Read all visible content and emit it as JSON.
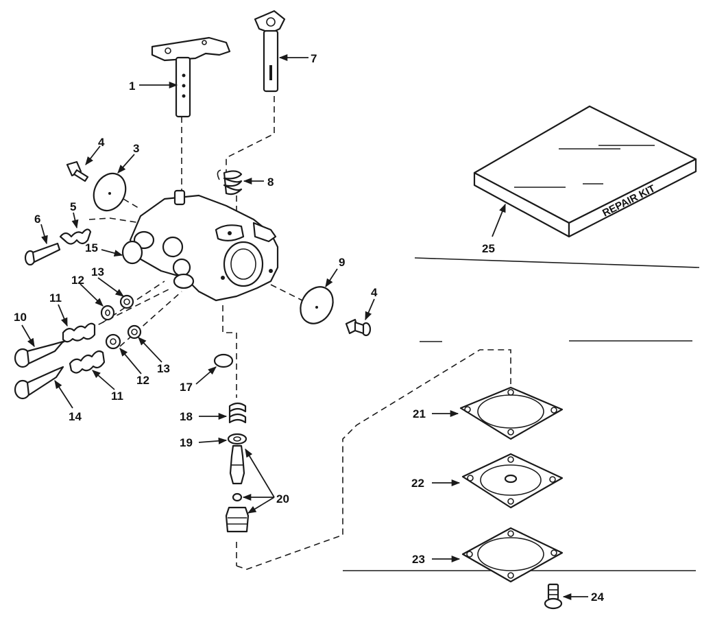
{
  "callouts": {
    "c1": "1",
    "c3": "3",
    "c4a": "4",
    "c4b": "4",
    "c5": "5",
    "c6": "6",
    "c7": "7",
    "c8": "8",
    "c9": "9",
    "c10": "10",
    "c11a": "11",
    "c11b": "11",
    "c12a": "12",
    "c12b": "12",
    "c13a": "13",
    "c13b": "13",
    "c14": "14",
    "c15": "15",
    "c17": "17",
    "c18": "18",
    "c19": "19",
    "c20": "20",
    "c21": "21",
    "c22": "22",
    "c23": "23",
    "c24": "24",
    "c25": "25"
  },
  "kit": {
    "label": "REPAIR KIT"
  }
}
